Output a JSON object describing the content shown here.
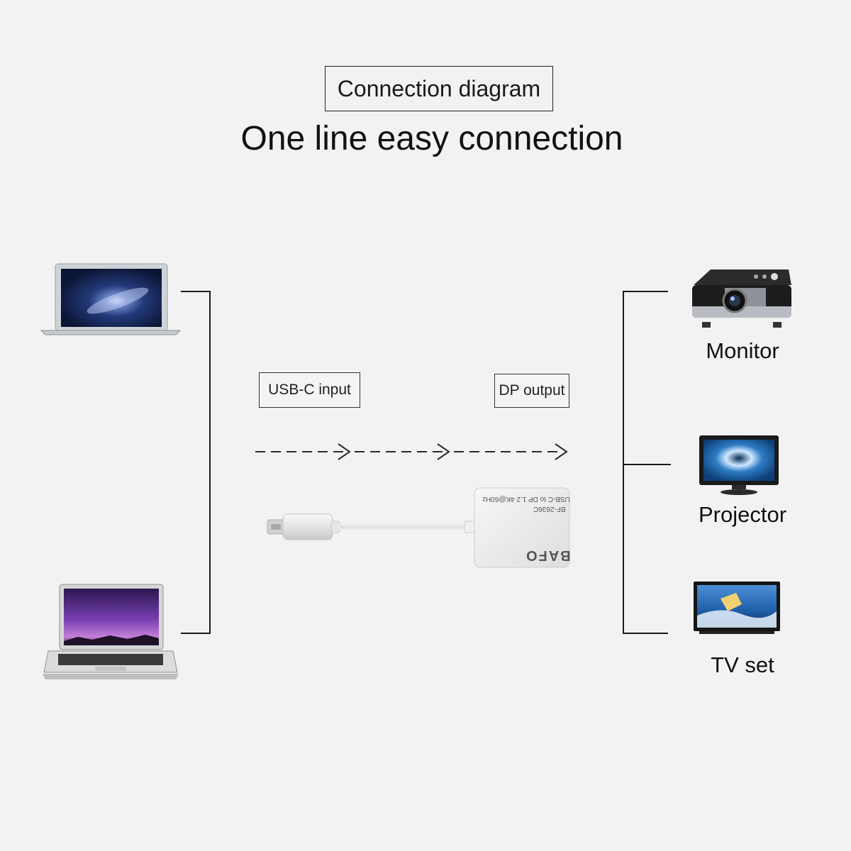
{
  "header": {
    "title": "Connection diagram",
    "subtitle": "One line easy connection"
  },
  "labels": {
    "input": "USB-C input",
    "output": "DP output"
  },
  "adapter": {
    "brand": "BAFO",
    "model": "BF-2636C",
    "spec": "USB-C to DP 1.2 4K@60Hz"
  },
  "devices": {
    "outputs": [
      "Monitor",
      "Projector",
      "TV set"
    ]
  },
  "colors": {
    "background": "#f2f2f2",
    "line": "#1a1a1a"
  },
  "icons": {
    "source_top": "laptop-macbook-air-icon",
    "source_bottom": "laptop-purple-screen-icon",
    "output_1": "projector-icon",
    "output_2": "monitor-icon",
    "output_3": "tv-icon"
  }
}
